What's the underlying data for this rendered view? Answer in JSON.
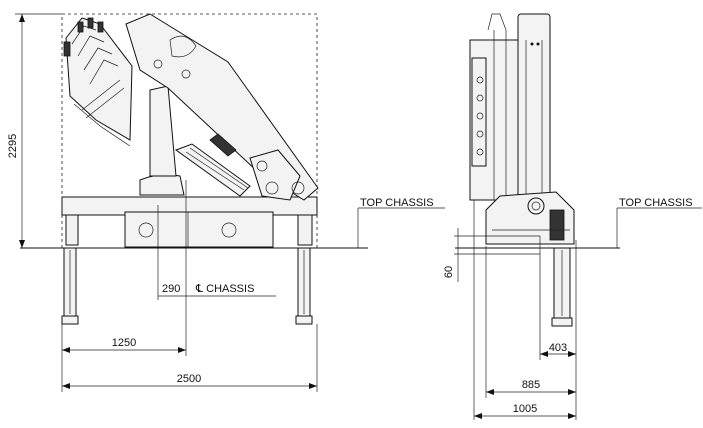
{
  "labels": {
    "top_chassis_left": "TOP CHASSIS",
    "top_chassis_right": "TOP CHASSIS",
    "centerline_chassis": "℄ CHASSIS"
  },
  "dimensions": {
    "height": "2295",
    "offset_290": "290",
    "width_1250": "1250",
    "width_2500": "2500",
    "side_60": "60",
    "side_403": "403",
    "side_885": "885",
    "side_1005": "1005"
  }
}
